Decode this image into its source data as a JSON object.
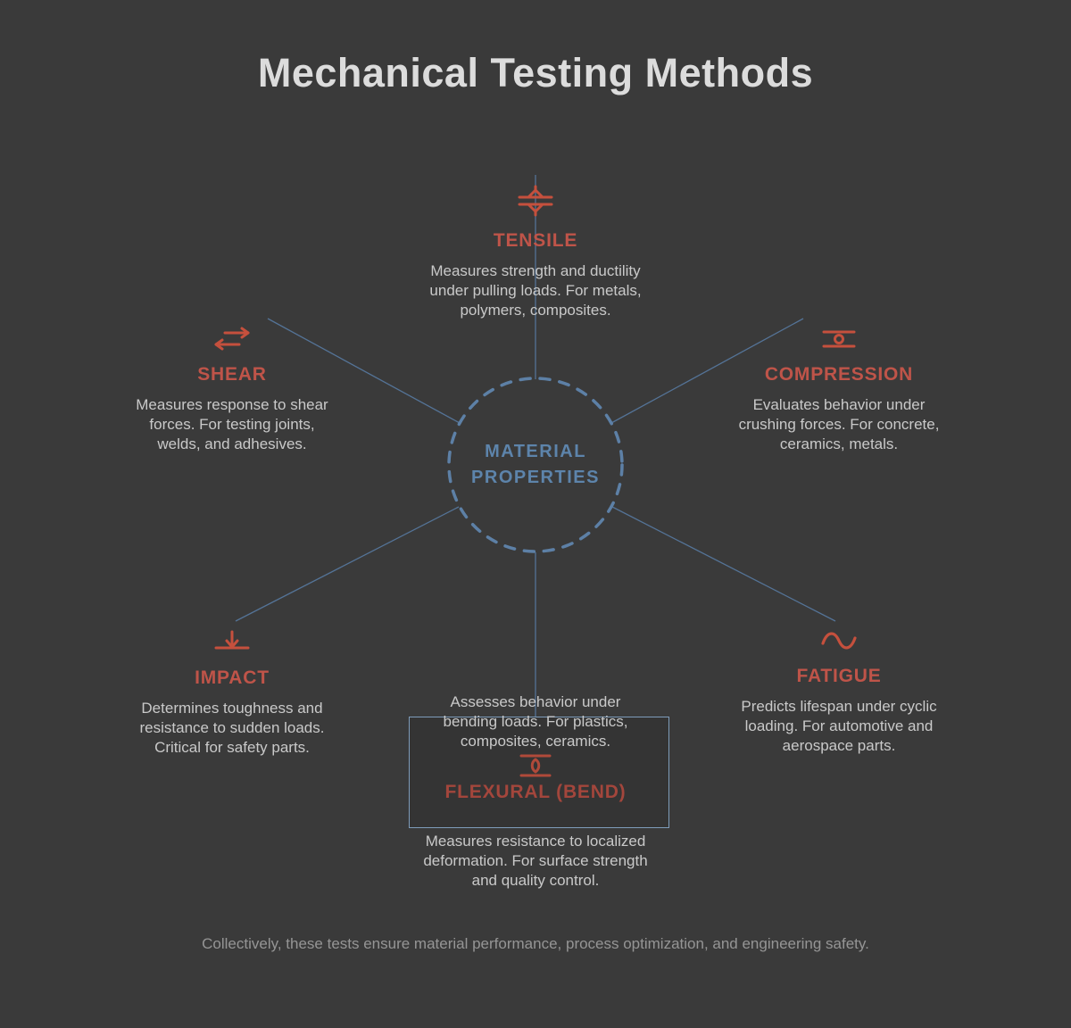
{
  "title": "Mechanical Testing Methods",
  "center": {
    "line1": "MATERIAL",
    "line2": "PROPERTIES"
  },
  "nodes": [
    {
      "id": "tensile",
      "label": "TENSILE",
      "desc": "Measures strength and ductility under pulling loads. For metals, polymers, composites.",
      "icon": "tensile-pull-arrows-icon"
    },
    {
      "id": "shear",
      "label": "SHEAR",
      "desc": "Measures response to shear forces. For testing joints, welds, and adhesives.",
      "icon": "shear-opposing-arrows-icon"
    },
    {
      "id": "compression",
      "label": "COMPRESSION",
      "desc": "Evaluates behavior under crushing forces. For concrete, ceramics, metals.",
      "icon": "compression-platens-icon"
    },
    {
      "id": "impact",
      "label": "IMPACT",
      "desc": "Determines toughness and resistance to sudden loads. Critical for safety parts.",
      "icon": "impact-strike-arrow-icon"
    },
    {
      "id": "fatigue",
      "label": "FATIGUE",
      "desc": "Predicts lifespan under cyclic loading. For automotive and aerospace parts.",
      "icon": "sine-wave-icon"
    },
    {
      "id": "flexural",
      "label": "FLEXURAL (BEND)",
      "desc_above": "Assesses behavior under bending loads. For plastics, composites, ceramics.",
      "desc_below": "Measures resistance to localized deformation. For surface strength and quality control.",
      "icon": "flexural-indenter-icon"
    }
  ],
  "footer": "Collectively, these tests ensure material performance, process optimization, and engineering safety.",
  "colors": {
    "background": "#3a3a3a",
    "accent_red": "#bf5449",
    "accent_red_dark": "#a3463c",
    "icon_red": "#c5503d",
    "steel_blue_circle": "#5d80a6",
    "steel_blue_line": "#56779c",
    "center_text_blue": "#5d84ab",
    "box_border_blue": "#7e9cba",
    "title_gray": "#dcdcdc",
    "body_gray": "#c9c9c9",
    "footer_gray": "#959595"
  }
}
